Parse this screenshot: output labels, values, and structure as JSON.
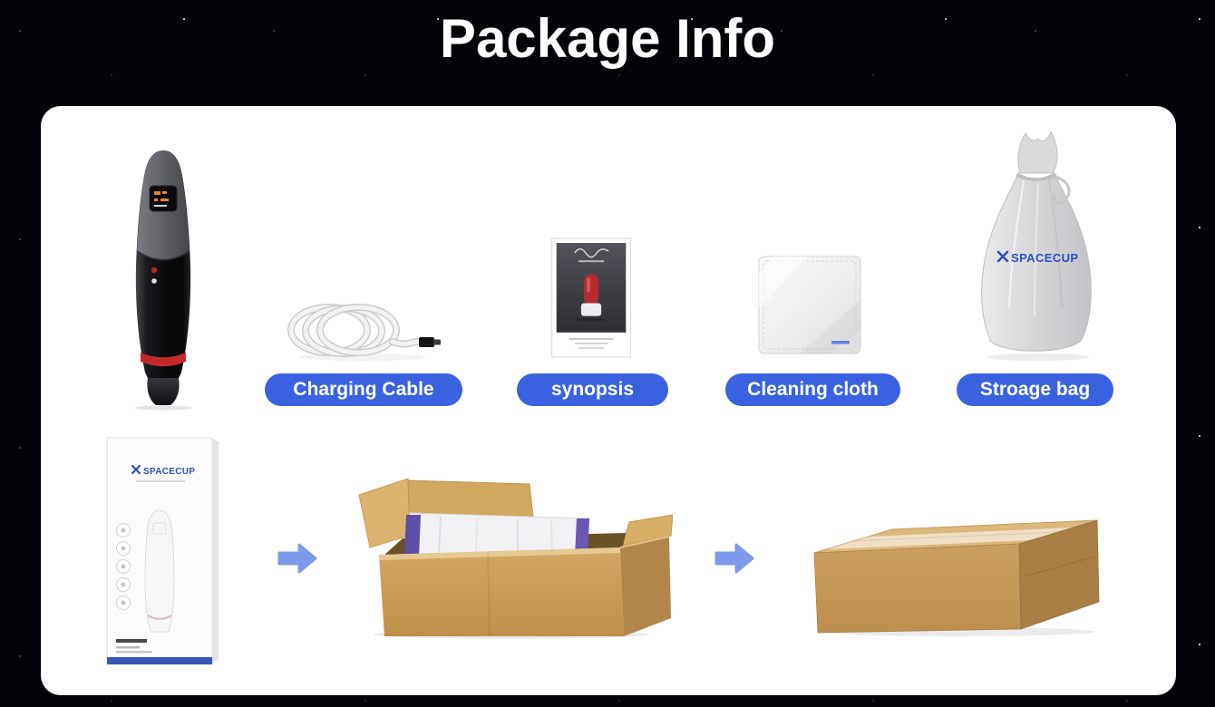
{
  "page": {
    "title": "Package Info"
  },
  "labels": {
    "charging_cable": "Charging Cable",
    "synopsis": "synopsis",
    "cleaning_cloth": "Cleaning cloth",
    "storage_bag": "Stroage bag"
  },
  "branding": {
    "bag_logo": "SPACECUP",
    "box_logo": "SPACECUP"
  },
  "items": [
    {
      "name": "product-device",
      "label": null
    },
    {
      "name": "charging-cable",
      "label": "Charging Cable"
    },
    {
      "name": "synopsis-booklet",
      "label": "synopsis"
    },
    {
      "name": "cleaning-cloth",
      "label": "Cleaning cloth"
    },
    {
      "name": "storage-bag",
      "label": "Stroage bag"
    }
  ],
  "packing_steps": [
    "retail-box",
    "open-carton",
    "sealed-carton"
  ],
  "icons": {
    "arrow_right": "arrow-right-icon",
    "logo_mark": "spacecup-x-mark"
  },
  "colors": {
    "background": "#020208",
    "panel": "#ffffff",
    "title_text": "#ffffff",
    "label_pill": "#3a62e0",
    "arrow": "#7e9aec",
    "logo_blue": "#2b50c4",
    "cardboard": "#cfa462",
    "accent_ring": "#c3282d"
  }
}
